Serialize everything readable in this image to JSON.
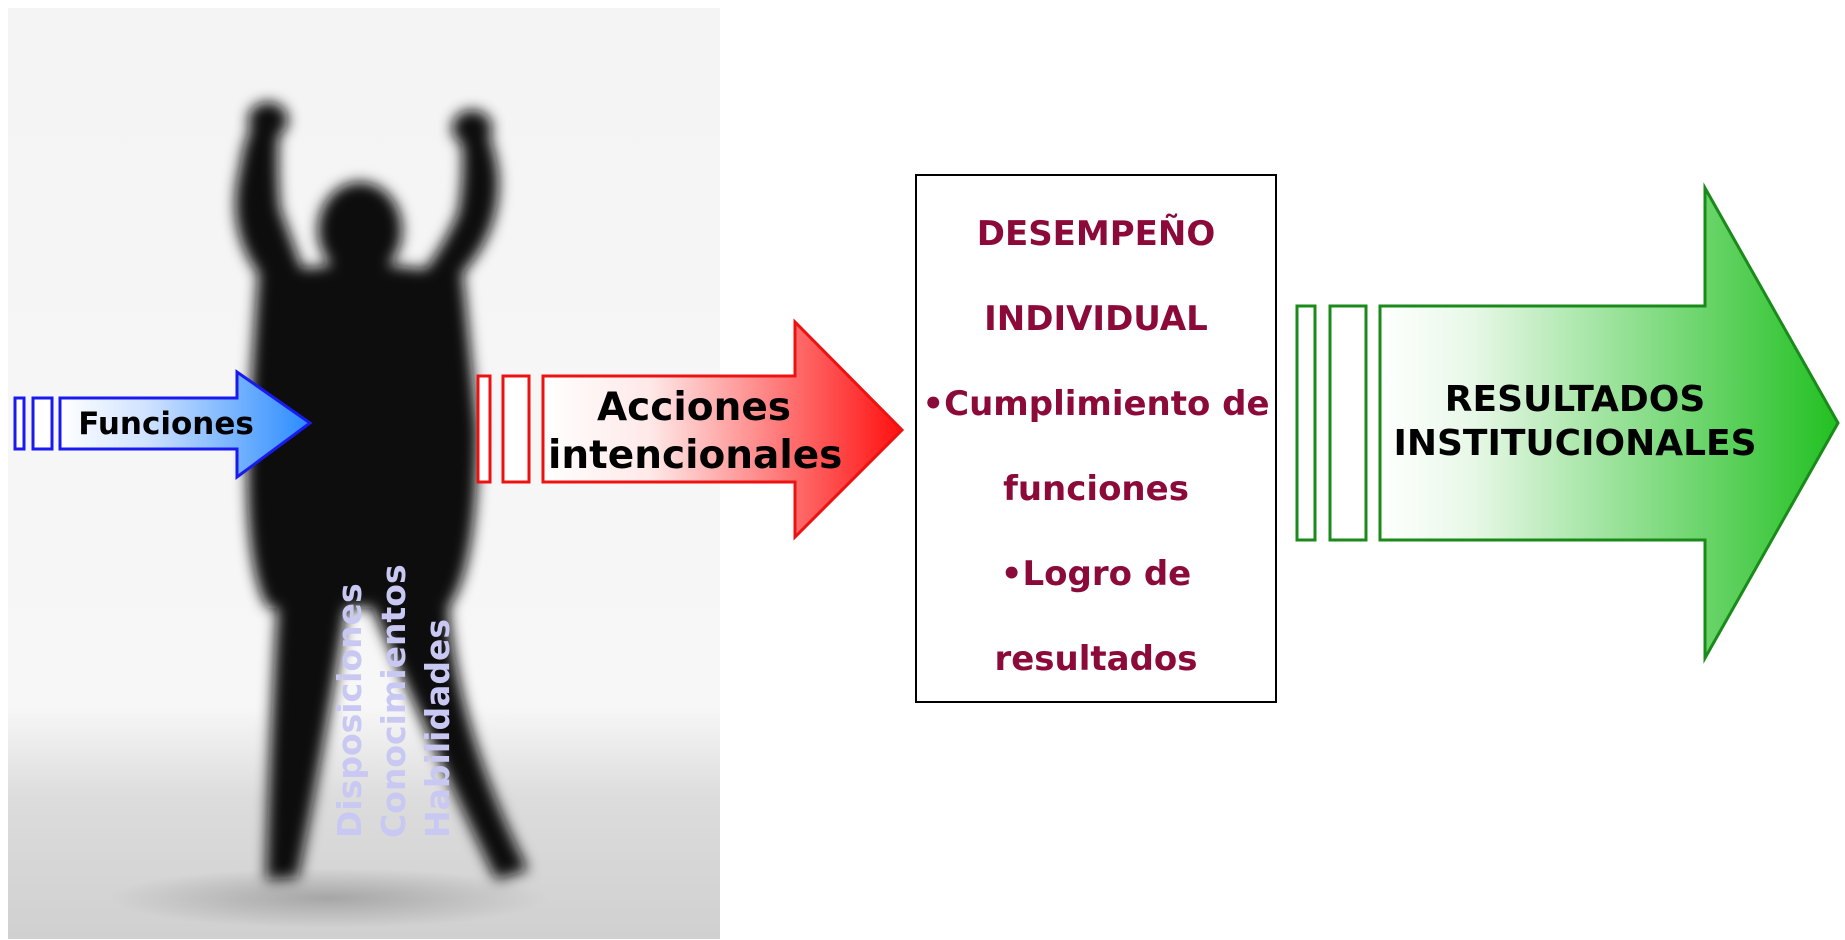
{
  "diagram": {
    "input_arrow": {
      "label": "Funciones",
      "color": "#1f7bff"
    },
    "figure_labels": [
      "Disposiciones",
      "Conocimientos",
      "Habilidades"
    ],
    "action_arrow": {
      "label_line1": "Acciones",
      "label_line2": "intencionales",
      "color": "#ff0000"
    },
    "performance_box": {
      "title_line1": "DESEMPEÑO",
      "title_line2": "INDIVIDUAL",
      "item1_line1": "•Cumplimiento de",
      "item1_line2": "funciones",
      "item2_line1": "•Logro de",
      "item2_line2": "resultados",
      "text_color": "#8b0a3a"
    },
    "result_arrow": {
      "label_line1": "RESULTADOS",
      "label_line2": "INSTITUCIONALES",
      "color": "#2cbf2c"
    }
  }
}
